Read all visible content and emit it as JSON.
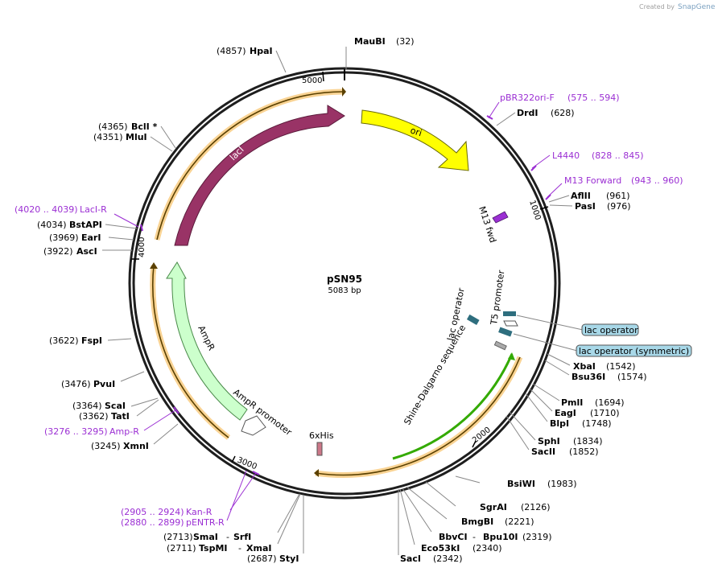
{
  "credit": {
    "prefix": "Created by",
    "brand": "SnapGene"
  },
  "plasmid": {
    "name": "pSN95",
    "length": "5083 bp"
  },
  "ticks": [
    "1000",
    "2000",
    "3000",
    "4000",
    "5000"
  ],
  "features": {
    "ori": "ori",
    "lacI": "lacI",
    "AmpR": "AmpR",
    "AmpR_promoter": "AmpR promoter",
    "M13_fwd": "M13 fwd",
    "lac_operator": "lac operator",
    "T5_promoter": "T5 promoter",
    "Shine_Dalgarno": "Shine-Dalgarno sequence",
    "sixHis": "6xHis"
  },
  "callouts": {
    "lac_operator": "lac operator",
    "lac_operator_symmetric": "lac operator (symmetric)"
  },
  "sites_right": [
    {
      "name": "MauBI",
      "pos": "(32)"
    },
    {
      "name": "DrdI",
      "pos": "(628)"
    },
    {
      "name": "AflII",
      "pos": "(961)"
    },
    {
      "name": "PasI",
      "pos": "(976)"
    },
    {
      "name": "XbaI",
      "pos": "(1542)"
    },
    {
      "name": "Bsu36I",
      "pos": "(1574)"
    },
    {
      "name": "PmlI",
      "pos": "(1694)"
    },
    {
      "name": "EagI",
      "pos": "(1710)"
    },
    {
      "name": "BlpI",
      "pos": "(1748)"
    },
    {
      "name": "SphI",
      "pos": "(1834)"
    },
    {
      "name": "SacII",
      "pos": "(1852)"
    },
    {
      "name": "BsiWI",
      "pos": "(1983)"
    },
    {
      "name": "SgrAI",
      "pos": "(2126)"
    },
    {
      "name": "BmgBI",
      "pos": "(2221)"
    }
  ],
  "sites_bottom": {
    "bbvci": "BbvCI",
    "bpu10i_prefix": "- ",
    "bpu10i": "Bpu10I",
    "bpu10i_pos": "(2319)",
    "eco53ki": "Eco53kI",
    "eco53ki_pos": "(2340)",
    "saci": "SacI",
    "saci_pos": "(2342)",
    "smai_pos": "(2713)",
    "smai": "SmaI",
    "srfi_prefix": "- ",
    "srfi": "SrfI",
    "tspmi_pos": "(2711)",
    "tspmi": "TspMI",
    "xmai_prefix": "- ",
    "xmai": "XmaI",
    "styi_pos": "(2687)",
    "styi": "StyI"
  },
  "sites_left": [
    {
      "pos": "(4857)",
      "name": "HpaI"
    },
    {
      "pos": "(4365)",
      "name": "BclI *"
    },
    {
      "pos": "(4351)",
      "name": "MluI"
    },
    {
      "pos": "(4034)",
      "name": "BstAPI"
    },
    {
      "pos": "(3969)",
      "name": "EarI"
    },
    {
      "pos": "(3922)",
      "name": "AscI"
    },
    {
      "pos": "(3622)",
      "name": "FspI"
    },
    {
      "pos": "(3476)",
      "name": "PvuI"
    },
    {
      "pos": "(3364)",
      "name": "ScaI"
    },
    {
      "pos": "(3362)",
      "name": "TatI"
    },
    {
      "pos": "(3245)",
      "name": "XmnI"
    }
  ],
  "primers": [
    {
      "name": "pBR322ori-F",
      "range": "(575 .. 594)"
    },
    {
      "name": "L4440",
      "range": "(828 .. 845)"
    },
    {
      "name": "M13 Forward",
      "range": "(943 .. 960)"
    },
    {
      "name": "LacI-R",
      "range": "(4020 .. 4039)"
    },
    {
      "name": "Amp-R",
      "range": "(3276 .. 3295)"
    },
    {
      "name": "Kan-R",
      "range": "(2905 .. 2924)"
    },
    {
      "name": "pENTR-R",
      "range": "(2880 .. 2899)"
    }
  ],
  "colors": {
    "backbone": "#1e1e1e",
    "ori": "#ffff00",
    "lacI": "#993366",
    "AmpR": "#ccffcc",
    "primer": "#9b2fd3",
    "operator": "#2e6e7e",
    "callout_fill": "#a8d8e8",
    "orf_band": "#f7c878",
    "sd_line": "#33aa00"
  }
}
